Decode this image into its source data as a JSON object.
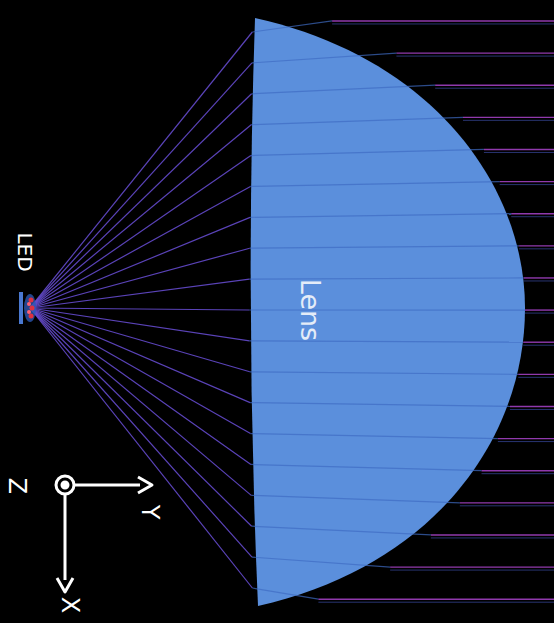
{
  "diagram": {
    "nodes": [
      {
        "text": [
          "Lens"
        ]
      }
    ],
    "labels": [
      "LED",
      "Y",
      "Z",
      "X"
    ]
  }
}
